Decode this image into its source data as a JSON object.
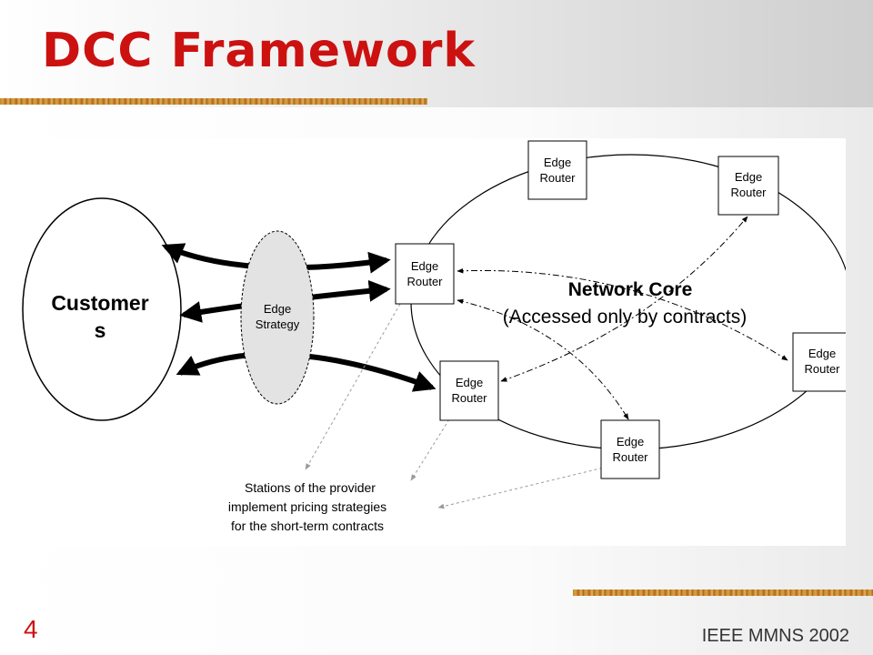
{
  "slide": {
    "title": "DCC Framework",
    "page_number": "4",
    "footer": "IEEE MMNS 2002"
  },
  "colors": {
    "title": "#cc1111",
    "accent_bar": "#c0862a",
    "edge_strategy_fill": "#e3e3e3"
  },
  "diagram": {
    "customers_line1": "Customer",
    "customers_line2": "s",
    "edge_strategy_line1": "Edge",
    "edge_strategy_line2": "Strategy",
    "network_core_title": "Network Core",
    "network_core_subtitle": "(Accessed only by contracts)",
    "routers": [
      {
        "line1": "Edge",
        "line2": "Router"
      },
      {
        "line1": "Edge",
        "line2": "Router"
      },
      {
        "line1": "Edge",
        "line2": "Router"
      },
      {
        "line1": "Edge",
        "line2": "Router"
      },
      {
        "line1": "Edge",
        "line2": "Router"
      },
      {
        "line1": "Edge",
        "line2": "Router"
      }
    ],
    "stations_note": [
      "Stations of the provider",
      "implement pricing strategies",
      "for the short-term contracts"
    ]
  }
}
